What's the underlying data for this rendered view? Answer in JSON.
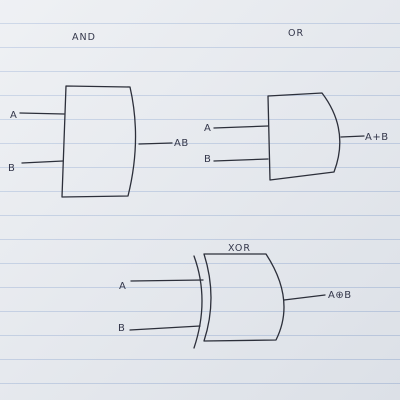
{
  "gates": [
    {
      "title": "AND",
      "inputs": [
        "A",
        "B"
      ],
      "output": "AB"
    },
    {
      "title": "OR",
      "inputs": [
        "A",
        "B"
      ],
      "output": "A+B"
    },
    {
      "title": "XOR",
      "inputs": [
        "A",
        "B"
      ],
      "output": "A⊕B"
    }
  ],
  "colors": {
    "paper": "#e6e9ee",
    "rule_lines": "#7896c8",
    "ink": "#2c2f3a"
  }
}
